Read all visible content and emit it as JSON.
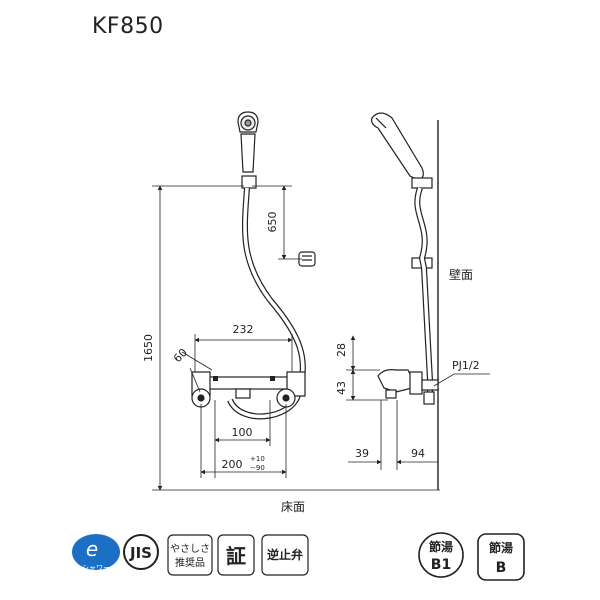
{
  "title": "KF850",
  "dimensions": {
    "height_total": "1650",
    "hook_height": "650",
    "body_width": "232",
    "handle_angle": "60",
    "center_spacing": "100",
    "pipe_spacing": "200",
    "pipe_tol_upper": "+10",
    "pipe_tol_lower": "−90",
    "side_top": "28",
    "side_mid": "43",
    "side_left": "39",
    "side_right": "94",
    "pipe_thread": "PJ1/2"
  },
  "labels": {
    "wall": "壁面",
    "floor": "床面"
  },
  "badges": {
    "eco_line1": "e",
    "eco_line2": "シャワー",
    "jis": "JIS",
    "kind_line1": "やさしさ",
    "kind_line2": "推奨品",
    "certified": "証",
    "check_valve": "逆止弁",
    "b1_line1": "節湯",
    "b1_line2": "B1",
    "b_line1": "節湯",
    "b_line2": "B"
  }
}
